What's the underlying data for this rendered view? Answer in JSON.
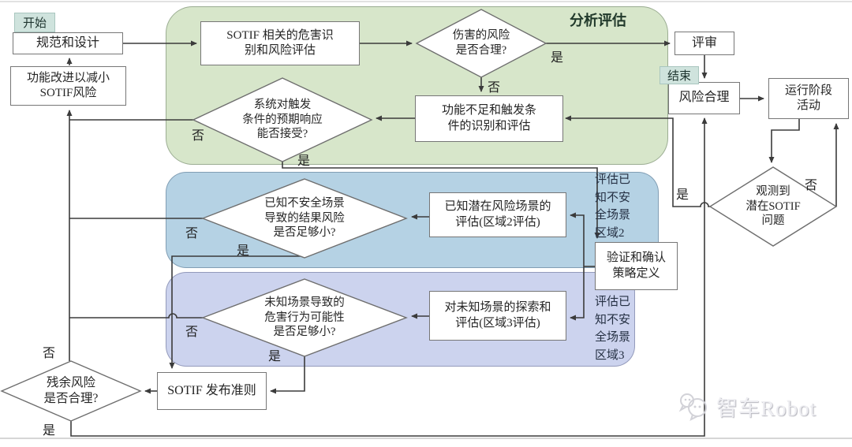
{
  "labels": {
    "yes": "是",
    "no": "否"
  },
  "badges": {
    "start": "开始",
    "end": "结束"
  },
  "regions": {
    "analysis_label": "分析评估",
    "area2_note": "评估已\n知不安\n全场景\n区域2",
    "area3_note": "评估已\n知不安\n全场景\n区域3"
  },
  "nodes": {
    "spec_design": "规范和设计",
    "func_improve": "功能改进以减小\nSOTIF风险",
    "hazard_id": "SOTIF 相关的危害识\n别和风险评估",
    "harm_q": "伤害的风险\n是否合理?",
    "review": "评审",
    "risk_ok": "风险合理",
    "operation": "运行阶段\n活动",
    "func_insuff": "功能不足和触发条\n件的识别和评估",
    "sys_q": "系统对触发\n条件的预期响应\n能否接受?",
    "known_q": "已知不安全场景\n导致的结果风险\n是否足够小?",
    "known_eval": "已知潜在风险场景的\n评估(区域2评估)",
    "vv_strategy": "验证和确认\n策略定义",
    "unknown_q": "未知场景导致的\n危害行为可能性\n是否足够小?",
    "unknown_eval": "对未知场景的探索和\n评估(区域3评估)",
    "observe_q": "观测到\n潜在SOTIF\n问题",
    "release": "SOTIF 发布准则",
    "residual_q": "残余风险\n是否合理?"
  },
  "watermark": {
    "text": "智车Robot"
  },
  "colors": {
    "region_green": "#d7e6ca",
    "region_blue": "#b5d2e4",
    "region_purple": "#ccd3ee",
    "badge_bg": "#cfe3dd",
    "line": "#3b3b3b"
  }
}
